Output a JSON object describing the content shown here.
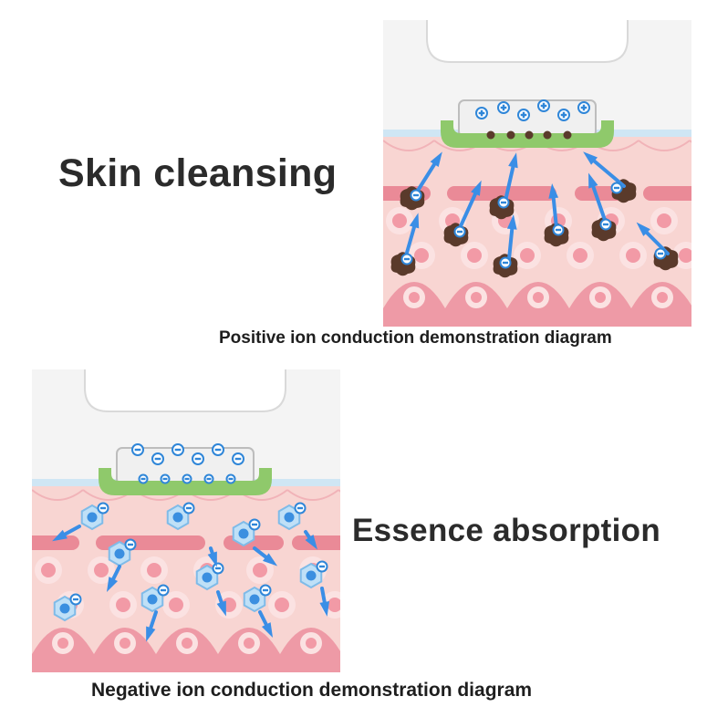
{
  "top": {
    "heading": "Skin cleansing",
    "caption": "Positive ion conduction demonstration diagram",
    "ion_sign": "+",
    "particle_sign": "−"
  },
  "bottom": {
    "heading": "Essence absorption",
    "caption": "Negative ion conduction demonstration diagram",
    "ion_sign": "−"
  },
  "colors": {
    "skin": "#f8d5d2",
    "cell_pink": "#f29aa6",
    "cell_light": "#fbe2e2",
    "layer_band": "#e77c8d",
    "skin_top": "#cfe6f4",
    "probe_head": "#8fc96b",
    "ion_blue": "#2f86d8",
    "arrow_blue": "#3a8ee6",
    "dirt_brown": "#5a3a2b",
    "essence_hex": "#3b8fe0"
  },
  "icons": [
    "device-probe-icon",
    "positive-ion-icon",
    "negative-ion-icon",
    "dirt-particle-icon",
    "essence-molecule-icon",
    "arrow-icon"
  ]
}
